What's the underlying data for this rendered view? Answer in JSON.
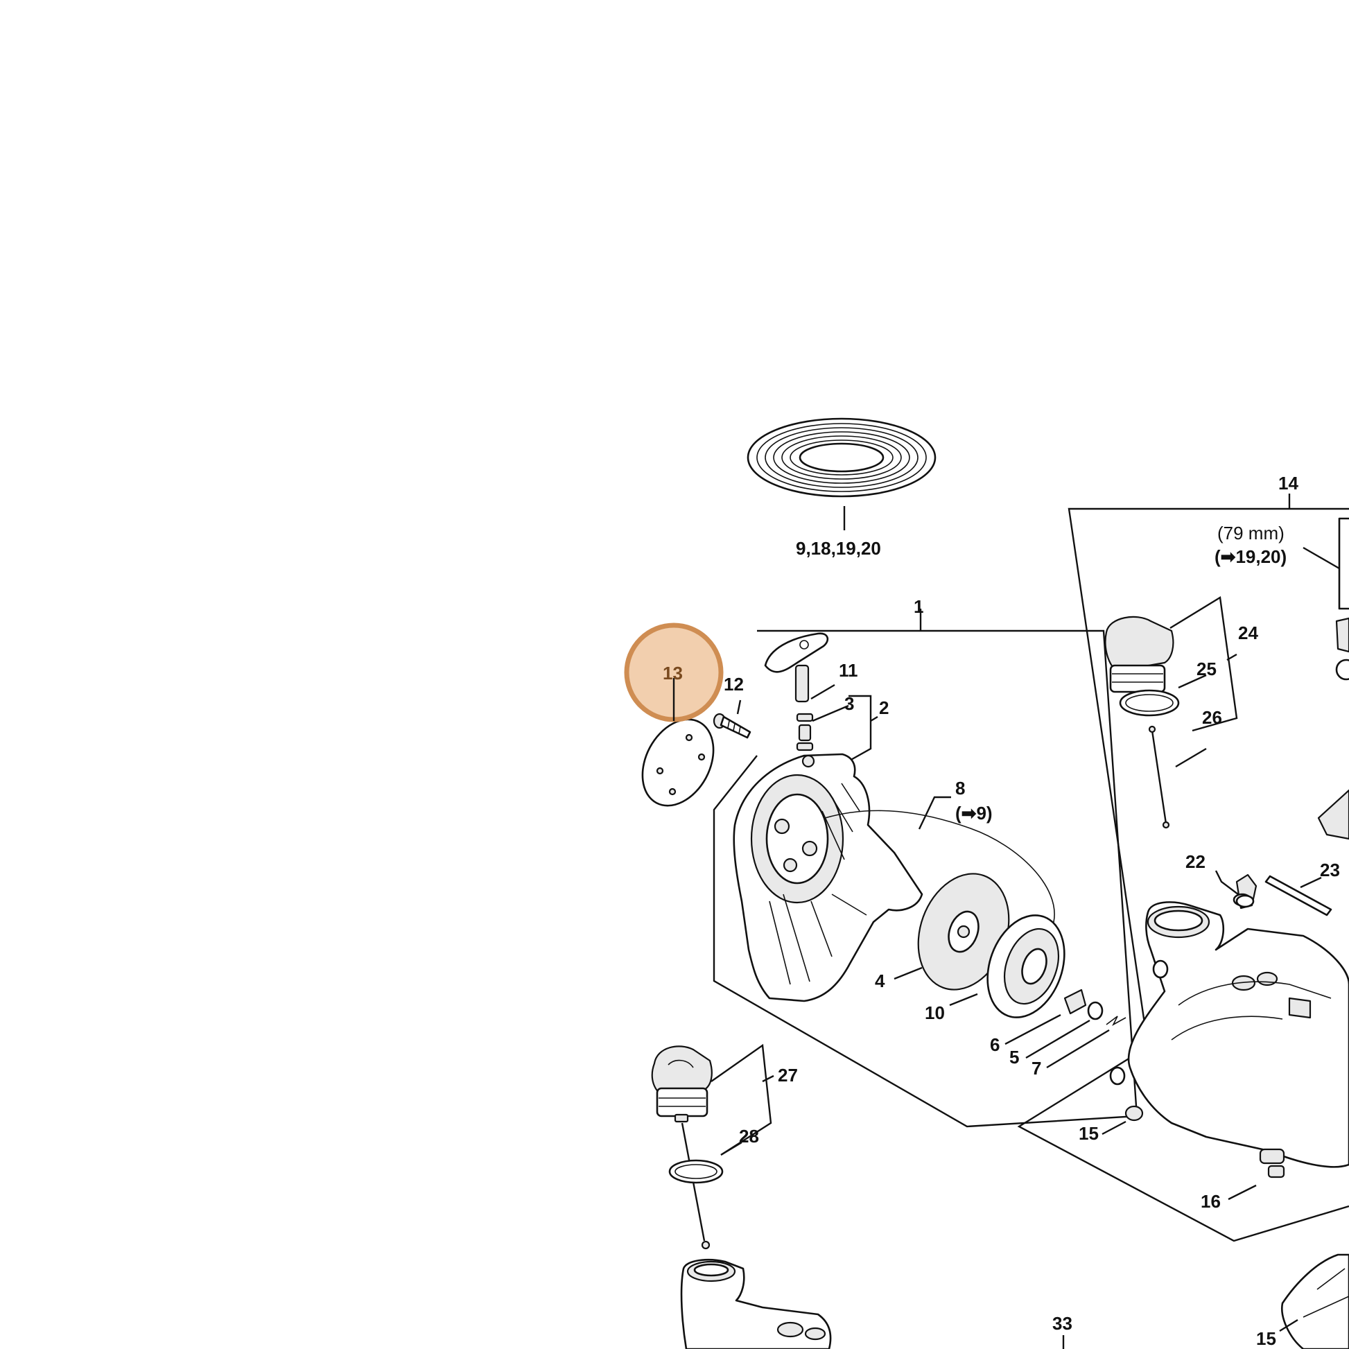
{
  "diagram": {
    "callouts": {
      "c1": "1",
      "c2": "2",
      "c3": "3",
      "c4": "4",
      "c5": "5",
      "c6": "6",
      "c7": "7",
      "c8": "8",
      "c8_ref": "(➡9)",
      "c9": "9,18,19,20",
      "c10": "10",
      "c11": "11",
      "c12": "12",
      "c13": "13",
      "c14": "14",
      "c14_dim": "(79 mm)",
      "c14_ref": "(➡19,20)",
      "c15a": "15",
      "c15b": "15",
      "c16": "16",
      "c22": "22",
      "c23": "23",
      "c24": "24",
      "c25": "25",
      "c26": "26",
      "c27": "27",
      "c28": "28",
      "c33": "33"
    },
    "highlight": {
      "part": "13",
      "fill": "#f2cfae",
      "stroke": "#cf8d52"
    }
  }
}
